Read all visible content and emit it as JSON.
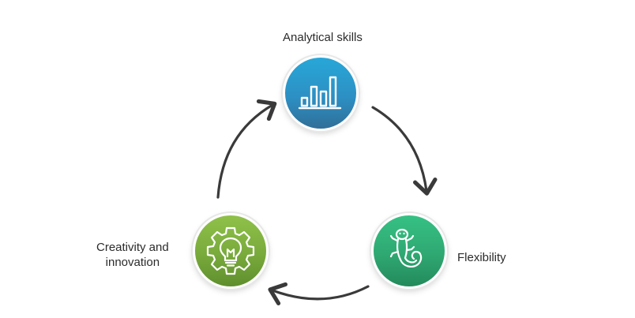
{
  "diagram": {
    "steps": [
      {
        "label": "Analytical skills",
        "icon": "bar-chart-icon",
        "color": "#2d90c4"
      },
      {
        "label": "Flexibility",
        "icon": "salamander-icon",
        "color": "#2fa872"
      },
      {
        "label": "Creativity and\ninnovation",
        "icon": "gear-lightbulb-icon",
        "color": "#79aa3c"
      }
    ],
    "arrow_color": "#3a3a3a",
    "flow": "clockwise"
  }
}
